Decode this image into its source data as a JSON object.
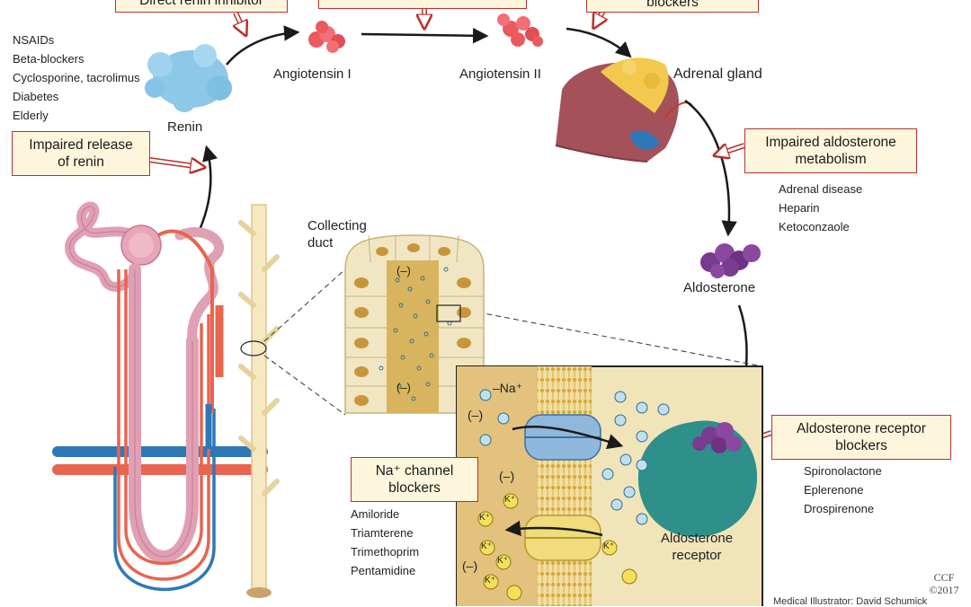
{
  "boxes": {
    "direct_renin": "Direct renin inhibitor",
    "blockers_top": "blockers",
    "impaired_release": [
      "Impaired release",
      "of renin"
    ],
    "impaired_metabolism": [
      "Impaired aldosterone",
      "metabolism"
    ],
    "receptor_blockers": [
      "Aldosterone receptor",
      "blockers"
    ],
    "na_channel": [
      "Na⁺ channel",
      "blockers"
    ]
  },
  "labels": {
    "renin": "Renin",
    "angiotensin_1": "Angiotensin I",
    "angiotensin_2": "Angiotensin II",
    "adrenal_gland": "Adrenal gland",
    "aldosterone": "Aldosterone",
    "collecting_duct": [
      "Collecting",
      "duct"
    ],
    "aldosterone_receptor": [
      "Aldosterone",
      "receptor"
    ],
    "na_ion": "–Na⁺",
    "neg_charge": "(–)",
    "k_ion": "K⁺"
  },
  "lists": {
    "renin_causes": [
      "NSAIDs",
      "Beta-blockers",
      "Cyclosporine, tacrolimus",
      "Diabetes",
      "Elderly"
    ],
    "metabolism_causes": [
      "Adrenal disease",
      "Heparin",
      "Ketoconzaole"
    ],
    "receptor_drugs": [
      "Spironolactone",
      "Eplerenone",
      "Drospirenone"
    ],
    "channel_drugs": [
      "Amiloride",
      "Triamterene",
      "Trimethoprim",
      "Pentamidine"
    ]
  },
  "credit": {
    "org": "CCF",
    "year": "©2017",
    "illustrator": "Medical Illustrator: David Schumick"
  },
  "colors": {
    "renin": "#8ec8e8",
    "angiotensin": "#ea5a5f",
    "aldosterone": "#7a3a8f",
    "receptor": "#2f8f8a",
    "artery": "#e8654f",
    "vein": "#2f78b8",
    "nephron": "#e0a0b4",
    "duct": "#f1e6c4",
    "box_border": "#b8322c",
    "box_fill": "#fdf6dc"
  }
}
